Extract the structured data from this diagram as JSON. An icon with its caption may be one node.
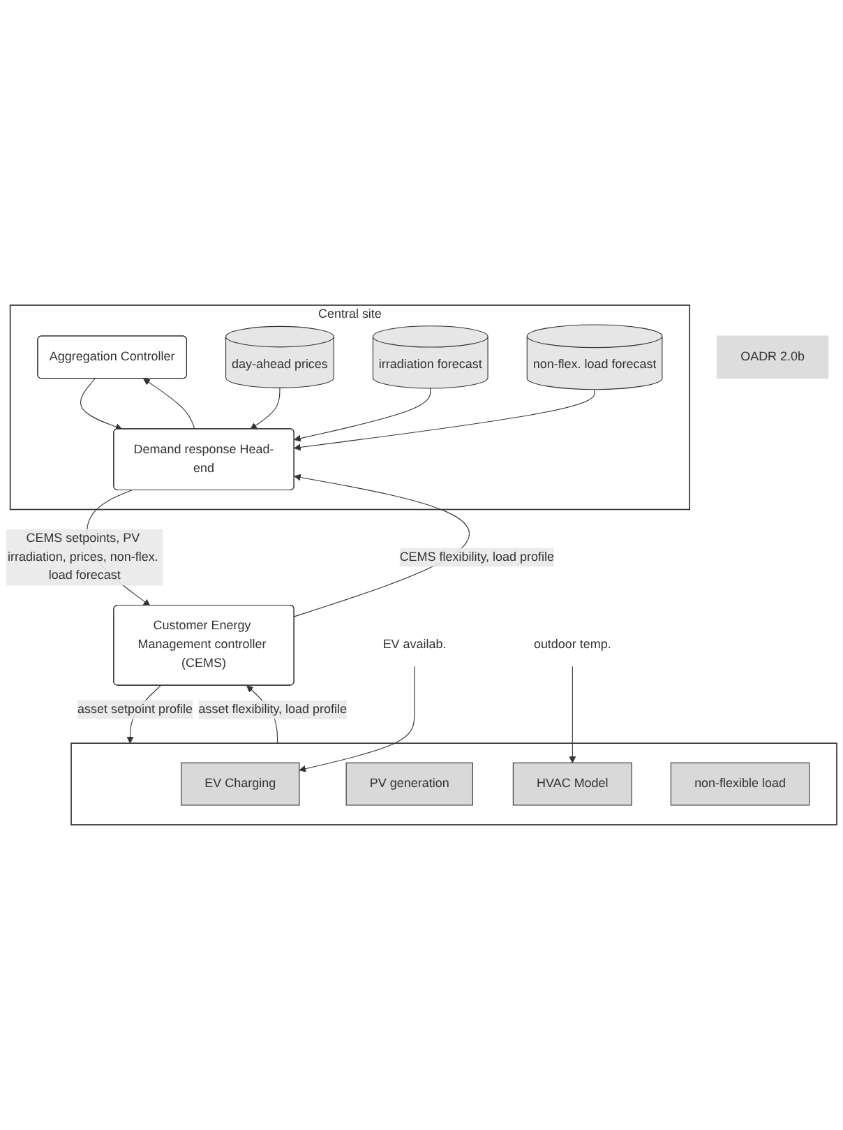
{
  "diagram": {
    "nodes": [
      {
        "text": [
          "Central site"
        ]
      },
      {
        "text": [
          "Aggregation Controller"
        ],
        "in": 0
      },
      {
        "text": [
          "Demand response Head-end"
        ],
        "in": 0
      },
      {
        "text": [
          "day-ahead prices"
        ],
        "in": 0
      },
      {
        "text": [
          "irradiation forecast"
        ],
        "in": 0
      },
      {
        "text": [
          "non-flex. load forecast"
        ],
        "in": 0
      },
      {
        "text": [
          "OADR 2.0b"
        ]
      },
      {
        "text": [
          "Customer Energy Management controller (CEMS)"
        ]
      },
      {
        "text": [],
        "shape": "box"
      },
      {
        "text": [
          "EV Charging"
        ],
        "in": 8
      },
      {
        "text": [
          "PV generation"
        ],
        "in": 8
      },
      {
        "text": [
          "HVAC Model"
        ],
        "in": 8
      },
      {
        "text": [
          "non-flexible load"
        ],
        "in": 8
      },
      {
        "text": [
          "EV availab."
        ]
      },
      {
        "text": [
          "outdoor temp."
        ]
      }
    ],
    "edges": [
      {
        "from": 1,
        "to": 2,
        "arrow": "to"
      },
      {
        "from": 2,
        "to": 1,
        "arrow": "to"
      },
      {
        "from": 3,
        "to": 2,
        "arrow": "to"
      },
      {
        "from": 4,
        "to": 2,
        "arrow": "to"
      },
      {
        "from": 5,
        "to": 2,
        "arrow": "to"
      },
      {
        "from": 2,
        "to": 7,
        "arrow": "to",
        "label": "CEMS setpoints, PV irradiation, prices, non-flex. load forecast"
      },
      {
        "from": 7,
        "to": 2,
        "arrow": "to",
        "label": "CEMS flexibility, load profile"
      },
      {
        "from": 7,
        "to": 8,
        "arrow": "to",
        "label": "asset setpoint profile"
      },
      {
        "from": 8,
        "to": 7,
        "arrow": "to",
        "label": "asset flexibility, load profile"
      },
      {
        "from": 13,
        "to": 9,
        "arrow": "to"
      },
      {
        "from": 14,
        "to": 11,
        "arrow": "to"
      }
    ]
  }
}
